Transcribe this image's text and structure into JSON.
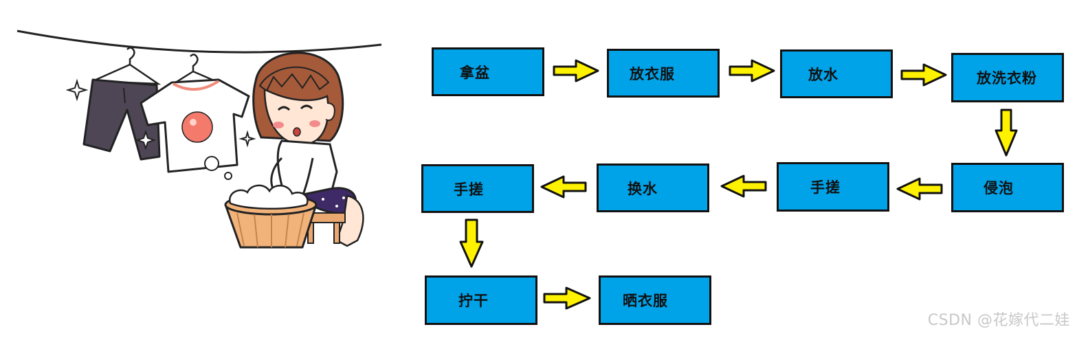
{
  "flow": {
    "steps": [
      {
        "id": "take-basin",
        "label": "拿盆"
      },
      {
        "id": "put-clothes",
        "label": "放衣服"
      },
      {
        "id": "add-water",
        "label": "放水"
      },
      {
        "id": "add-detergent",
        "label": "放洗衣粉"
      },
      {
        "id": "soak",
        "label": "侵泡"
      },
      {
        "id": "hand-scrub-1",
        "label": "手搓"
      },
      {
        "id": "change-water",
        "label": "换水"
      },
      {
        "id": "hand-scrub-2",
        "label": "手搓"
      },
      {
        "id": "wring-dry",
        "label": "拧干"
      },
      {
        "id": "hang-clothes",
        "label": "晒衣服"
      }
    ],
    "colors": {
      "box_fill": "#00A2E8",
      "box_border": "#111111",
      "arrow_fill": "#FFF200",
      "arrow_stroke": "#111111"
    }
  },
  "watermark": "CSDN @花嫁代二娃"
}
